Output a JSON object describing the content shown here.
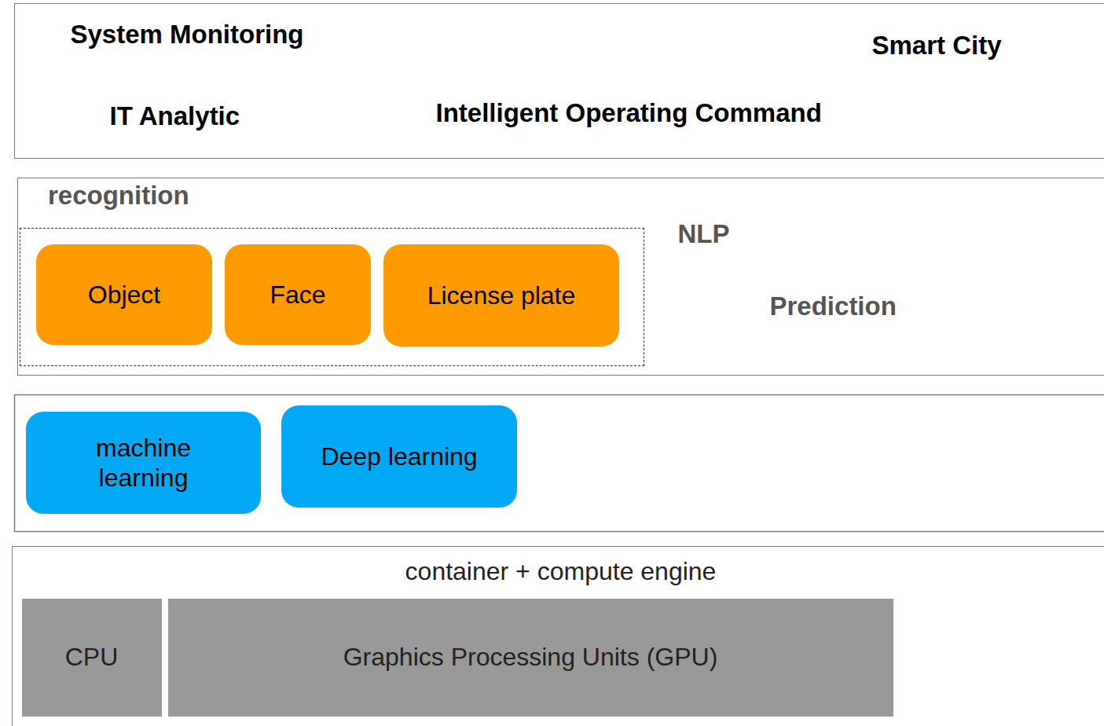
{
  "diagram": {
    "nodes": [
      {
        "text": [
          "System Monitoring",
          "Smart City",
          "IT Analytic",
          "Intelligent Operating Command"
        ]
      },
      {
        "text": [
          "NLP",
          "Prediction"
        ]
      },
      {
        "text": [
          "recognition"
        ],
        "in": 1
      },
      {
        "text": [
          "Object"
        ],
        "in": 2
      },
      {
        "text": [
          "Face"
        ],
        "in": 2
      },
      {
        "text": [
          "License plate"
        ],
        "in": 2
      },
      {
        "text": [
          "machine learning"
        ]
      },
      {
        "text": [
          "Deep learning"
        ]
      },
      {
        "text": [
          "container + compute engine"
        ]
      },
      {
        "text": [
          "CPU"
        ],
        "in": 8
      },
      {
        "text": [
          "Graphics Processing Units (GPU)"
        ],
        "in": 8
      }
    ]
  }
}
